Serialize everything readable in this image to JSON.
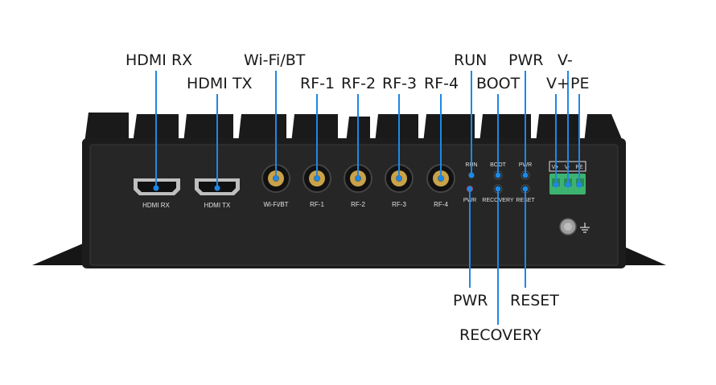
{
  "callouts": {
    "hdmi_rx": "HDMI RX",
    "hdmi_tx": "HDMI TX",
    "wifi_bt": "Wi-Fi/BT",
    "rf1": "RF-1",
    "rf2": "RF-2",
    "rf3": "RF-3",
    "rf4": "RF-4",
    "run": "RUN",
    "boot": "BOOT",
    "pwr_top": "PWR",
    "v_minus": "V-",
    "v_plus": "V+",
    "pe": "PE",
    "pwr_bottom": "PWR",
    "recovery": "RECOVERY",
    "reset": "RESET"
  },
  "panel_labels": {
    "hdmi_rx": "HDMI RX",
    "hdmi_tx": "HDMI TX",
    "wifi_bt": "Wi-Fi/BT",
    "rf1": "RF-1",
    "rf2": "RF-2",
    "rf3": "RF-3",
    "rf4": "RF-4",
    "run": "RUN",
    "pwr_led": "PWR",
    "boot": "BOOT",
    "recovery": "RECOVERY",
    "pwr_btn": "PWR",
    "reset": "RESET",
    "v_plus": "V+",
    "v_minus": "V-",
    "pe": "PE"
  },
  "colors": {
    "leader": "#1e88e5",
    "chassis": "#1c1c1c",
    "panel": "#2a2a2a",
    "gold": "#c9a24a",
    "terminal": "#3cb371",
    "led_red": "#d32f2f"
  }
}
